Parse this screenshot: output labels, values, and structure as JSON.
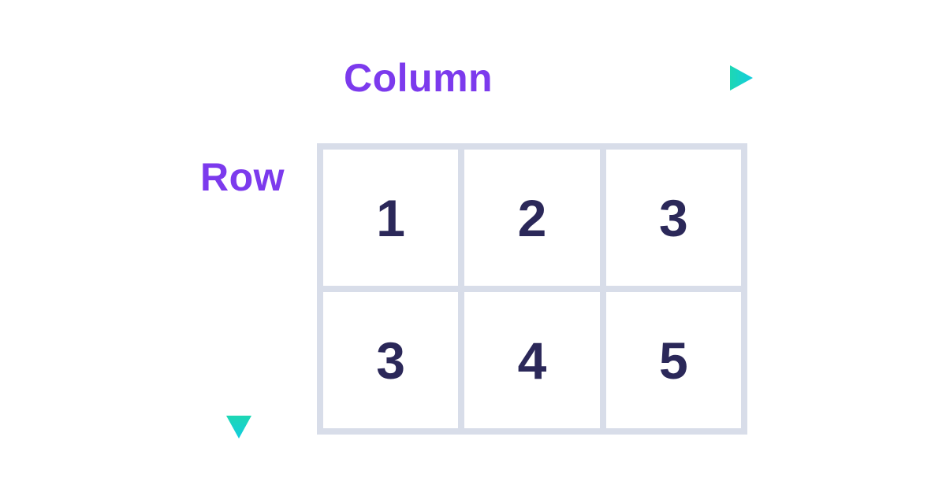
{
  "diagram": {
    "title_semantic": "2D array rows and columns diagram",
    "column_label": "Column",
    "row_label": "Row",
    "grid": {
      "rows": [
        [
          "1",
          "2",
          "3"
        ],
        [
          "3",
          "4",
          "5"
        ]
      ]
    },
    "colors": {
      "label_purple": "#7C3AED",
      "arrow_teal_start": "#1ED7B3",
      "arrow_teal_end": "#12CDE0",
      "cell_number_navy": "#2B2859",
      "grid_border": "#D8DDE9",
      "background": "#FFFFFF"
    }
  }
}
